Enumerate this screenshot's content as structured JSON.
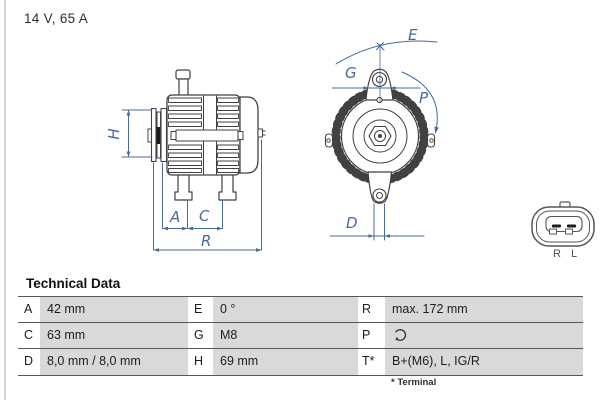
{
  "page": {
    "title": "14 V, 65 A"
  },
  "drawing": {
    "side_view": {
      "labels": [
        "H",
        "A",
        "C",
        "R"
      ]
    },
    "front_view": {
      "labels": [
        "E",
        "G",
        "P",
        "D"
      ]
    },
    "connector": {
      "pin_labels": [
        "R",
        "L"
      ]
    },
    "colors": {
      "dimension_blue": "#47699e",
      "line_gray": "#414141",
      "table_gray": "#d9d9d9"
    }
  },
  "table": {
    "heading": "Technical Data",
    "footnote": "* Terminal",
    "rows": [
      [
        {
          "key": "A",
          "value": "42 mm"
        },
        {
          "key": "E",
          "value": "0 °"
        },
        {
          "key": "R",
          "value": "max. 172 mm"
        }
      ],
      [
        {
          "key": "C",
          "value": "63 mm"
        },
        {
          "key": "G",
          "value": "M8"
        },
        {
          "key": "P",
          "value": "",
          "icon": "rotation-direction"
        }
      ],
      [
        {
          "key": "D",
          "value": "8,0 mm / 8,0 mm"
        },
        {
          "key": "H",
          "value": "69 mm"
        },
        {
          "key": "T*",
          "value": "B+(M6), L, IG/R"
        }
      ]
    ]
  }
}
